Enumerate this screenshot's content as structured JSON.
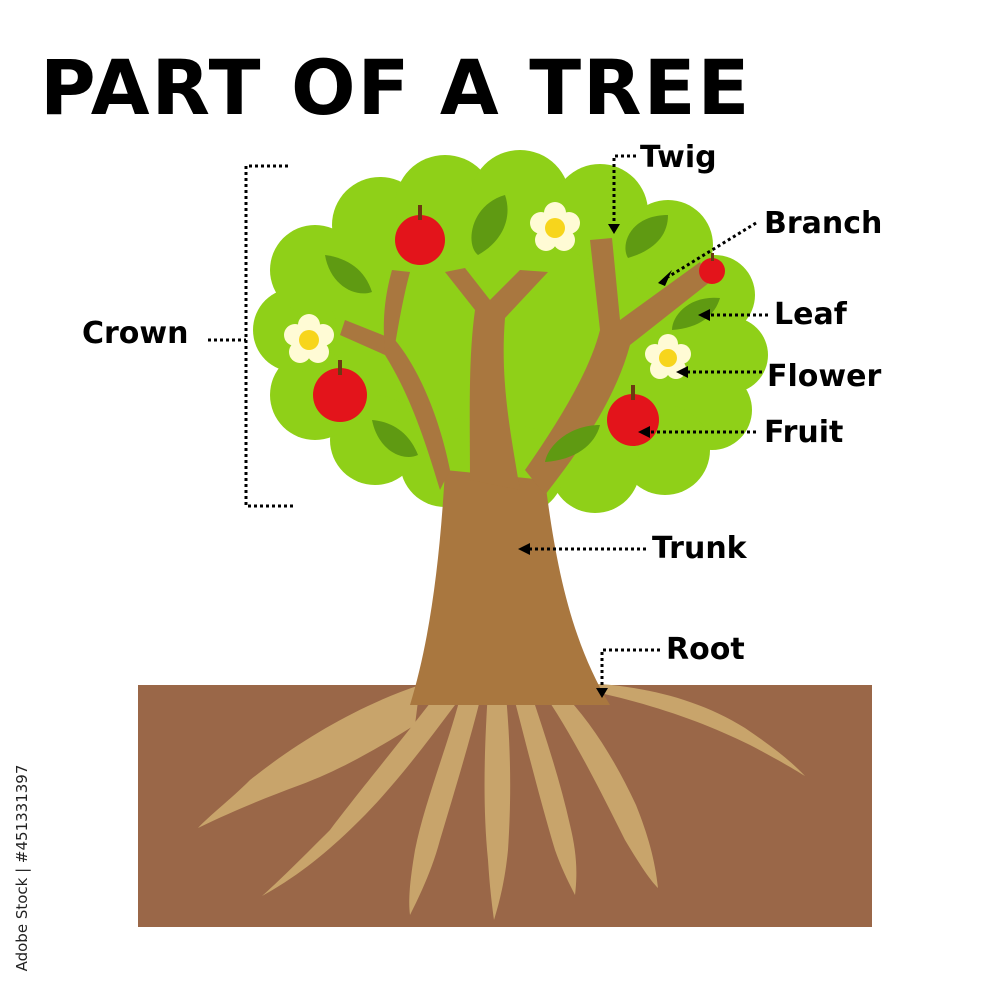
{
  "title": "PART OF A TREE",
  "labels": {
    "crown": "Crown",
    "twig": "Twig",
    "branch": "Branch",
    "leaf": "Leaf",
    "flower": "Flower",
    "fruit": "Fruit",
    "trunk": "Trunk",
    "root": "Root"
  },
  "side_text": "Adobe Stock | #451331397",
  "colors": {
    "crown": "#8fd018",
    "crown_dark": "#5f9a12",
    "trunk": "#a9773f",
    "roots": "#c8a46b",
    "soil": "#9a6748",
    "apple": "#e3141b",
    "flower_petal": "#fffbd5",
    "flower_center": "#f7d51c",
    "title": "#000000"
  }
}
